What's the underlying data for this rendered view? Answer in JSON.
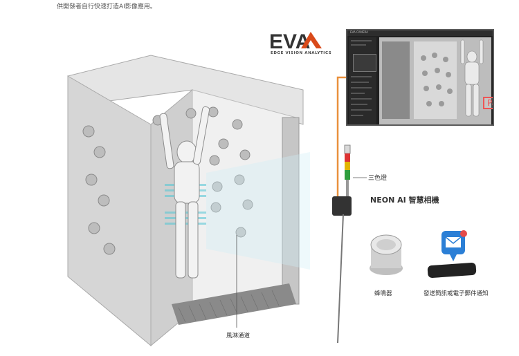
{
  "intro": {
    "cut_line": "────────────────────────────────────────────────────────────────────────────────────",
    "line": "供開發者自行快速打造AI影像應用。"
  },
  "logo": {
    "mark": "EVA",
    "tagline": "EDGE VISION ANALYTICS"
  },
  "screen": {
    "window_title": "EVA CAMERA",
    "pass_label": "Pass"
  },
  "labels": {
    "tower_light": "三色燈",
    "camera": "NEON AI 智慧相機",
    "buzzer": "蜂鳴器",
    "notify": "發送簡訊或電子郵件通知",
    "shower": "風淋通道"
  },
  "colors": {
    "cable": "#e9903b",
    "accent": "#d94a1a",
    "mail_badge": "#e54b4b",
    "mail_icon": "#2b7fd6"
  }
}
